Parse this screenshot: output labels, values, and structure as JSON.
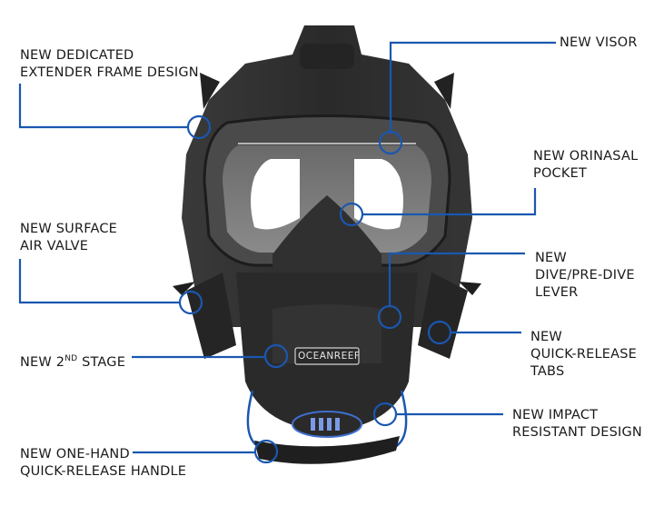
{
  "diagram": {
    "subject": "Full face diving mask",
    "brand_badge": "OCEANREEF",
    "accent_color": "#1a57b0",
    "mask_color": "#2e2e2e",
    "callouts": [
      {
        "id": "extender-frame",
        "lines": [
          "NEW DEDICATED",
          "EXTENDER FRAME DESIGN"
        ]
      },
      {
        "id": "visor",
        "lines": [
          "NEW VISOR"
        ]
      },
      {
        "id": "orinasal-pocket",
        "lines": [
          "NEW ORINASAL",
          "POCKET"
        ]
      },
      {
        "id": "surface-air-valve",
        "lines": [
          "NEW SURFACE",
          "AIR VALVE"
        ]
      },
      {
        "id": "dive-lever",
        "lines": [
          "NEW",
          "DIVE/PRE-DIVE",
          "LEVER"
        ]
      },
      {
        "id": "quick-release-tabs",
        "lines": [
          "NEW",
          "QUICK-RELEASE",
          "TABS"
        ]
      },
      {
        "id": "second-stage",
        "lines": [
          "NEW 2",
          "ND",
          " STAGE"
        ]
      },
      {
        "id": "impact-resistant",
        "lines": [
          "NEW IMPACT",
          "RESISTANT DESIGN"
        ]
      },
      {
        "id": "one-hand-handle",
        "lines": [
          "NEW ONE-HAND",
          "QUICK-RELEASE HANDLE"
        ]
      }
    ]
  }
}
